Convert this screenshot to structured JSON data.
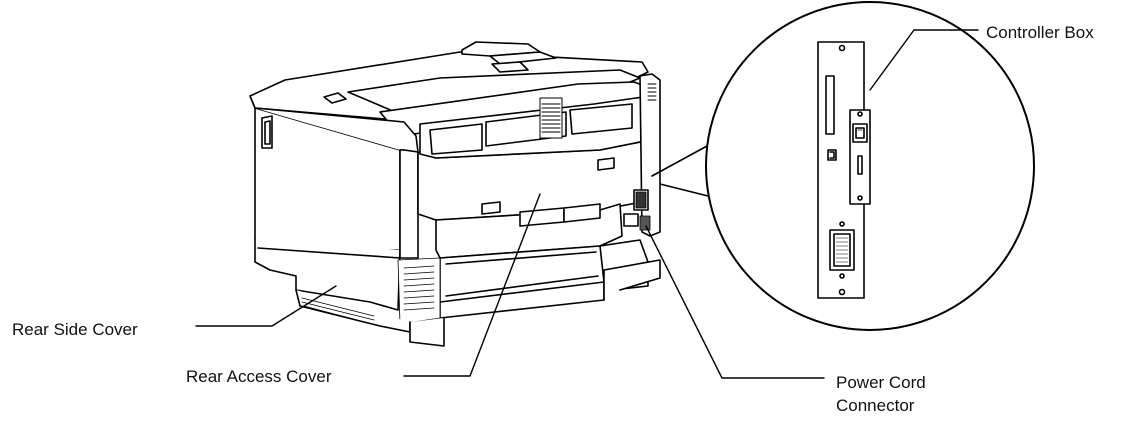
{
  "labels": {
    "rear_side_cover": "Rear Side Cover",
    "rear_access_cover": "Rear Access Cover",
    "controller_box": "Controller Box",
    "power_cord_connector_line1": "Power Cord",
    "power_cord_connector_line2": "Connector"
  }
}
